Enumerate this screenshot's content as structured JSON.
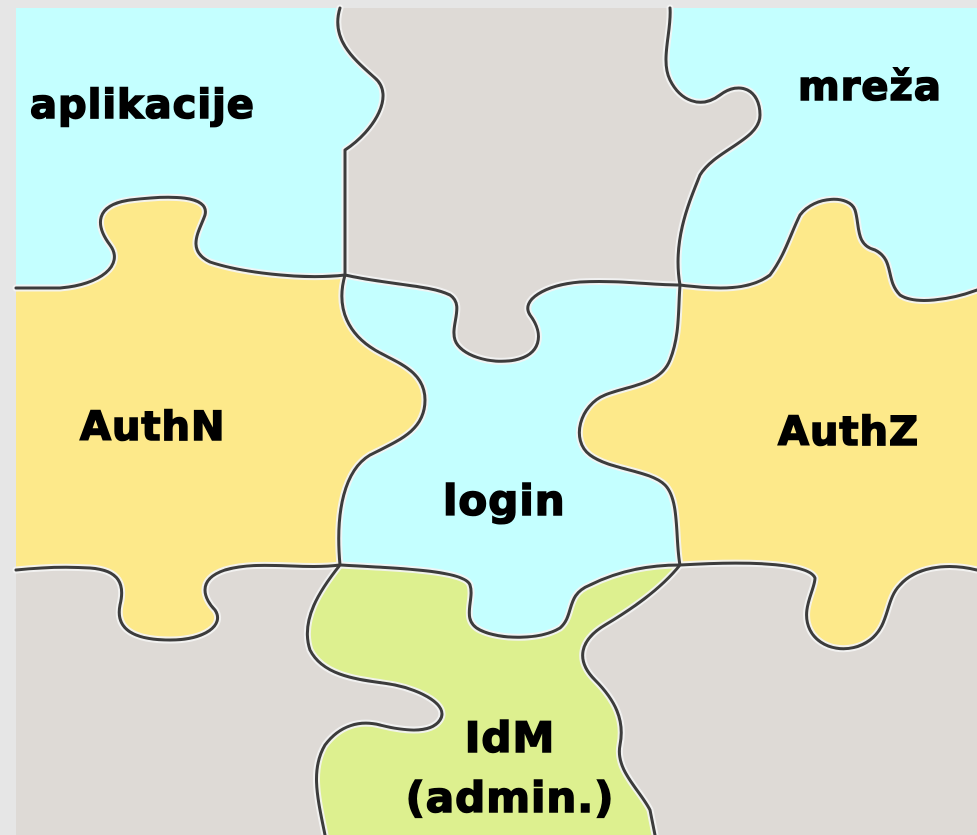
{
  "colors": {
    "background": "#e6e6e6",
    "cyan": "#c4ffff",
    "gray": "#dedad6",
    "yellow": "#fde98a",
    "green": "#ddf08f",
    "outline": "#3c3c3c"
  },
  "pieces": {
    "aplikacije": {
      "label": "aplikacije"
    },
    "mreza": {
      "label": "mreža"
    },
    "authn": {
      "label": "AuthN"
    },
    "authz": {
      "label": "AuthZ"
    },
    "login": {
      "label": "login"
    },
    "idm": {
      "line1": "IdM",
      "line2": "(admin.)"
    }
  }
}
